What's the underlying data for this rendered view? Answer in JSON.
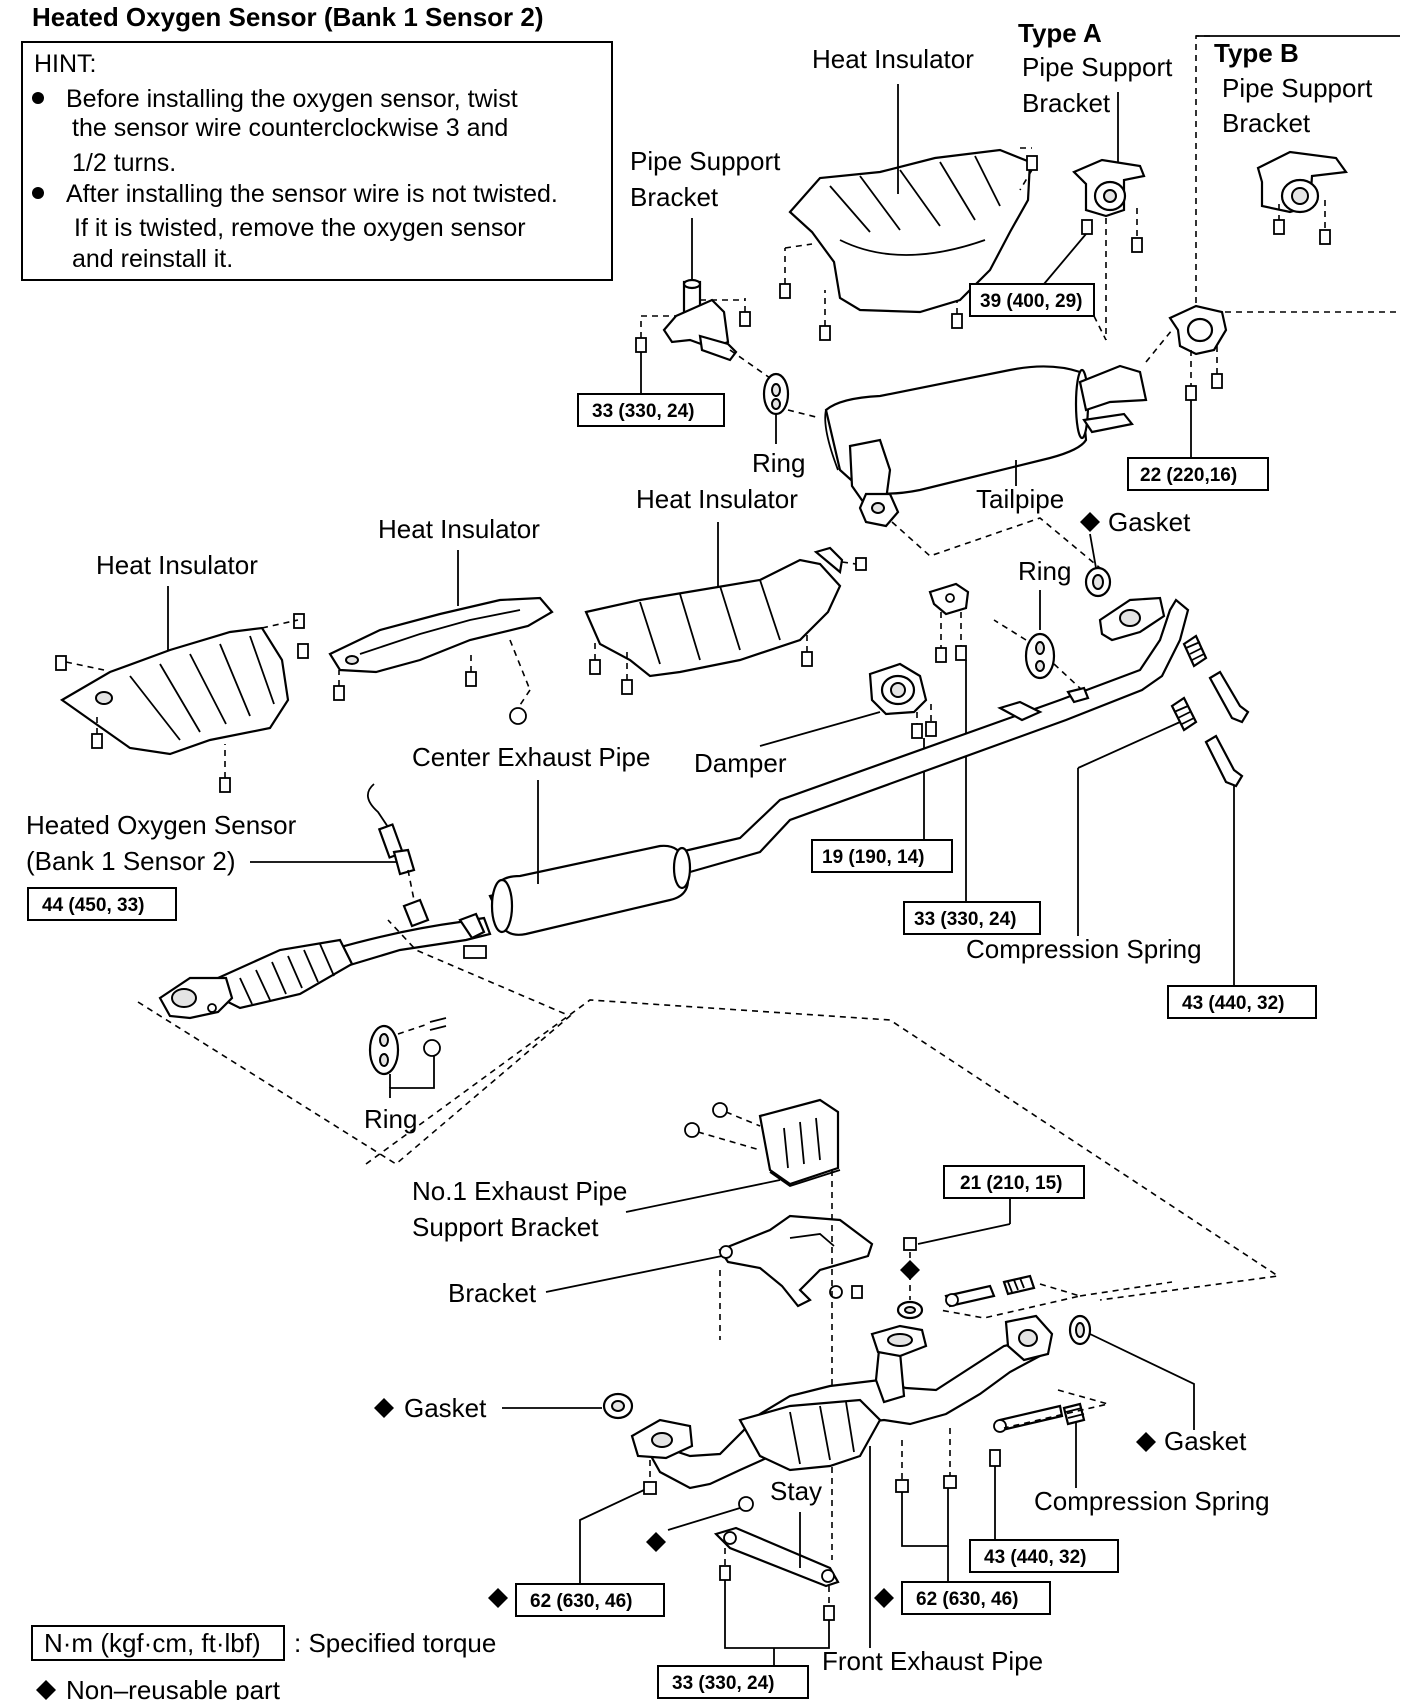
{
  "title": "Heated Oxygen Sensor (Bank 1 Sensor 2)",
  "hint": {
    "heading": "HINT:",
    "line1": "Before installing the oxygen sensor, twist",
    "line2": "the sensor wire counterclockwise 3 and",
    "line3": "1/2 turns.",
    "line4": "After installing the sensor wire is not twisted.",
    "line5": "If it is twisted, remove the oxygen sensor",
    "line6": "and reinstall it."
  },
  "type_a": {
    "title": "Type A",
    "line1": "Pipe Support",
    "line2": "Bracket"
  },
  "type_b": {
    "title": "Type B",
    "line1": "Pipe Support",
    "line2": "Bracket"
  },
  "labels": {
    "heat_insulator_top": "Heat Insulator",
    "pipe_support_bracket_1": "Pipe Support",
    "pipe_support_bracket_2": "Bracket",
    "ring_upper": "Ring",
    "heat_insulator_mid": "Heat Insulator",
    "tailpipe": "Tailpipe",
    "gasket_upper": "Gasket",
    "heat_insulator_left2": "Heat Insulator",
    "heat_insulator_left1": "Heat Insulator",
    "ring_mid": "Ring",
    "center_exhaust_pipe": "Center Exhaust Pipe",
    "damper": "Damper",
    "oxygen_sensor_1": "Heated Oxygen Sensor",
    "oxygen_sensor_2": "(Bank 1 Sensor 2)",
    "compression_spring_upper": "Compression Spring",
    "ring_lower": "Ring",
    "no1_bracket_1": "No.1 Exhaust Pipe",
    "no1_bracket_2": "Support Bracket",
    "bracket": "Bracket",
    "gasket_left": "Gasket",
    "gasket_right": "Gasket",
    "stay": "Stay",
    "compression_spring_lower": "Compression Spring",
    "front_exhaust_pipe": "Front Exhaust Pipe"
  },
  "torques": {
    "t1": "39 (400, 29)",
    "t2": "33 (330, 24)",
    "t3": "22 (220,16)",
    "t4": "19 (190, 14)",
    "t5": "33 (330, 24)",
    "t6": "44 (450, 33)",
    "t7": "43 (440, 32)",
    "t8": "21 (210, 15)",
    "t9": "43 (440, 32)",
    "t10": "62 (630, 46)",
    "t11": "62 (630, 46)",
    "t12": "33 (330, 24)"
  },
  "legend": {
    "torque_box": "N·m (kgf·cm, ft·lbf)",
    "torque_desc": ": Specified torque",
    "nonreusable": "Non–reusable part"
  }
}
